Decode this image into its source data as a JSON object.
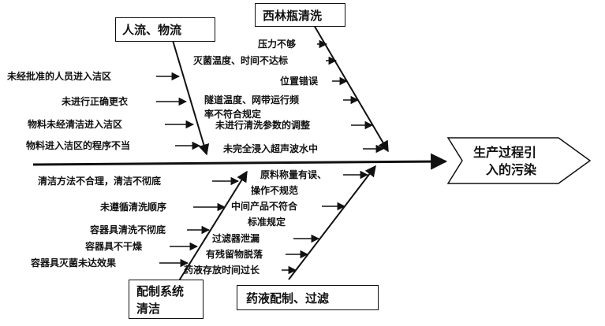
{
  "effect": {
    "line1": "生产过程引",
    "line2": "入的污染"
  },
  "categories": {
    "people": "人流、物流",
    "bottle": "西林瓶清洗",
    "system": {
      "line1": "配制系统",
      "line2": "清洁"
    },
    "drug": "药液配制、过滤"
  },
  "causes": {
    "people": [
      "未经批准的人员进入洁区",
      "未进行正确更衣",
      "物料未经清洁进入洁区",
      "物料进入洁区的程序不当"
    ],
    "bottle": [
      "压力不够",
      "灭菌温度、时间不达标",
      "位置错误",
      "隧道温度、网带运行频",
      "率不符合规定",
      "未进行清洗参数的调整",
      "未完全浸入超声波水中"
    ],
    "system": [
      "清洁方法不合理，清洁不彻底",
      "未遵循清洗顺序",
      "容器具清洗不彻底",
      "容器具不干燥",
      "容器具灭菌未达效果"
    ],
    "drug": [
      "原料称量有误、",
      "操作不规范",
      "中间产品不符合",
      "标准规定",
      "过滤器泄漏",
      "有残留物脱落",
      "药液存放时间过长"
    ]
  }
}
